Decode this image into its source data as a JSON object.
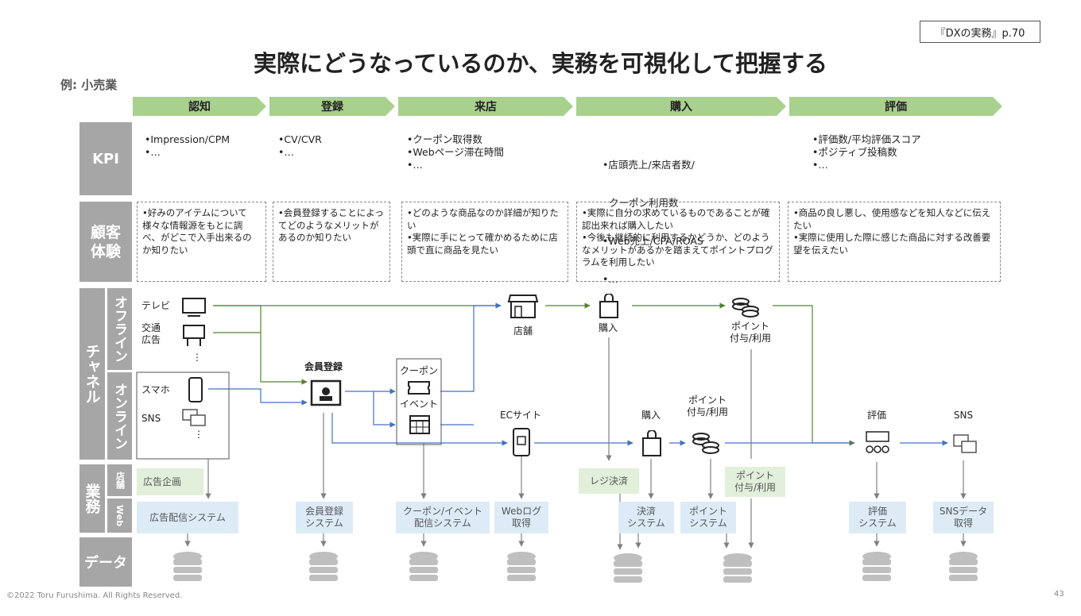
{
  "reference": "『DXの実務』p.70",
  "title": "実際にどうなっているのか、実務を可視化して把握する",
  "example_label": "例: 小売業",
  "stages": [
    "認知",
    "登録",
    "来店",
    "購入",
    "評価"
  ],
  "row_headers": {
    "kpi": "KPI",
    "cx": "顧客\n体験",
    "channel": "チャネル",
    "offline": "オフライン",
    "online": "オンライン",
    "business": "業務",
    "store": "店舗",
    "web": "Web",
    "data": "データ"
  },
  "kpi": [
    [
      "•Impression/CPM",
      "•…"
    ],
    [
      "•CV/CVR",
      "•…"
    ],
    [
      "•クーポン取得数",
      "•Webページ滞在時間",
      "•…"
    ],
    [
      "•店頭売上/来店者数/",
      "  クーポン利用数",
      "•Web売上/CPA/ROAS",
      "•…"
    ],
    [
      "•評価数/平均評価スコア",
      "•ポジティブ投稿数",
      "•…"
    ]
  ],
  "customer_experience": [
    "•好みのアイテムについて様々な情報源をもとに調べ、がどこで入手出来るのか知りたい",
    "•会員登録することによってどのようなメリットがあるのか知りたい",
    "•どのような商品なのか詳細が知りたい\n•実際に手にとって確かめるために店頭で直に商品を見たい",
    "•実際に自分の求めているものであることが確認出来れば購入したい\n•今後も継続的に利用するかどうか、どのようなメリットがあるかを踏まえてポイントプログラムを利用したい",
    "•商品の良し悪し、使用感などを知人などに伝えたい\n•実際に使用した際に感じた商品に対する改善要望を伝えたい"
  ],
  "channel_labels": {
    "tv": "テレビ",
    "transit_ad": "交通\n広告",
    "dots1": "⋮",
    "smartphone": "スマホ",
    "sns": "SNS",
    "dots2": "⋮",
    "member_registration": "会員登録",
    "coupon": "クーポン",
    "event": "イベント",
    "store": "店舗",
    "purchase_offline": "購入",
    "points_offline": "ポイント\n付与/利用",
    "ec_site": "ECサイト",
    "purchase_online": "購入",
    "points_online": "ポイント\n付与/利用",
    "review": "評価",
    "sns_out": "SNS"
  },
  "business_boxes": {
    "ad_planning": "広告企画",
    "ad_delivery": "広告配信システム",
    "member_system": "会員登録\nシステム",
    "coupon_system": "クーポン/イベント\n配信システム",
    "weblog": "Webログ\n取得",
    "register": "レジ決済",
    "payment_system": "決済\nシステム",
    "point_system": "ポイント\nシステム",
    "point_store": "ポイント\n付与/利用",
    "review_system": "評価\nシステム",
    "sns_data": "SNSデータ\n取得"
  },
  "colors": {
    "stage_green": "#a9d18e",
    "header_gray": "#a6a6a6",
    "arrow_green": "#548235",
    "arrow_blue": "#4472c4",
    "arrow_gray": "#808080",
    "biz_green": "#e2efda",
    "biz_blue": "#ddebf7"
  },
  "footer": "©2022 Toru Furushima. All Rights Reserved.",
  "page_number": "43"
}
